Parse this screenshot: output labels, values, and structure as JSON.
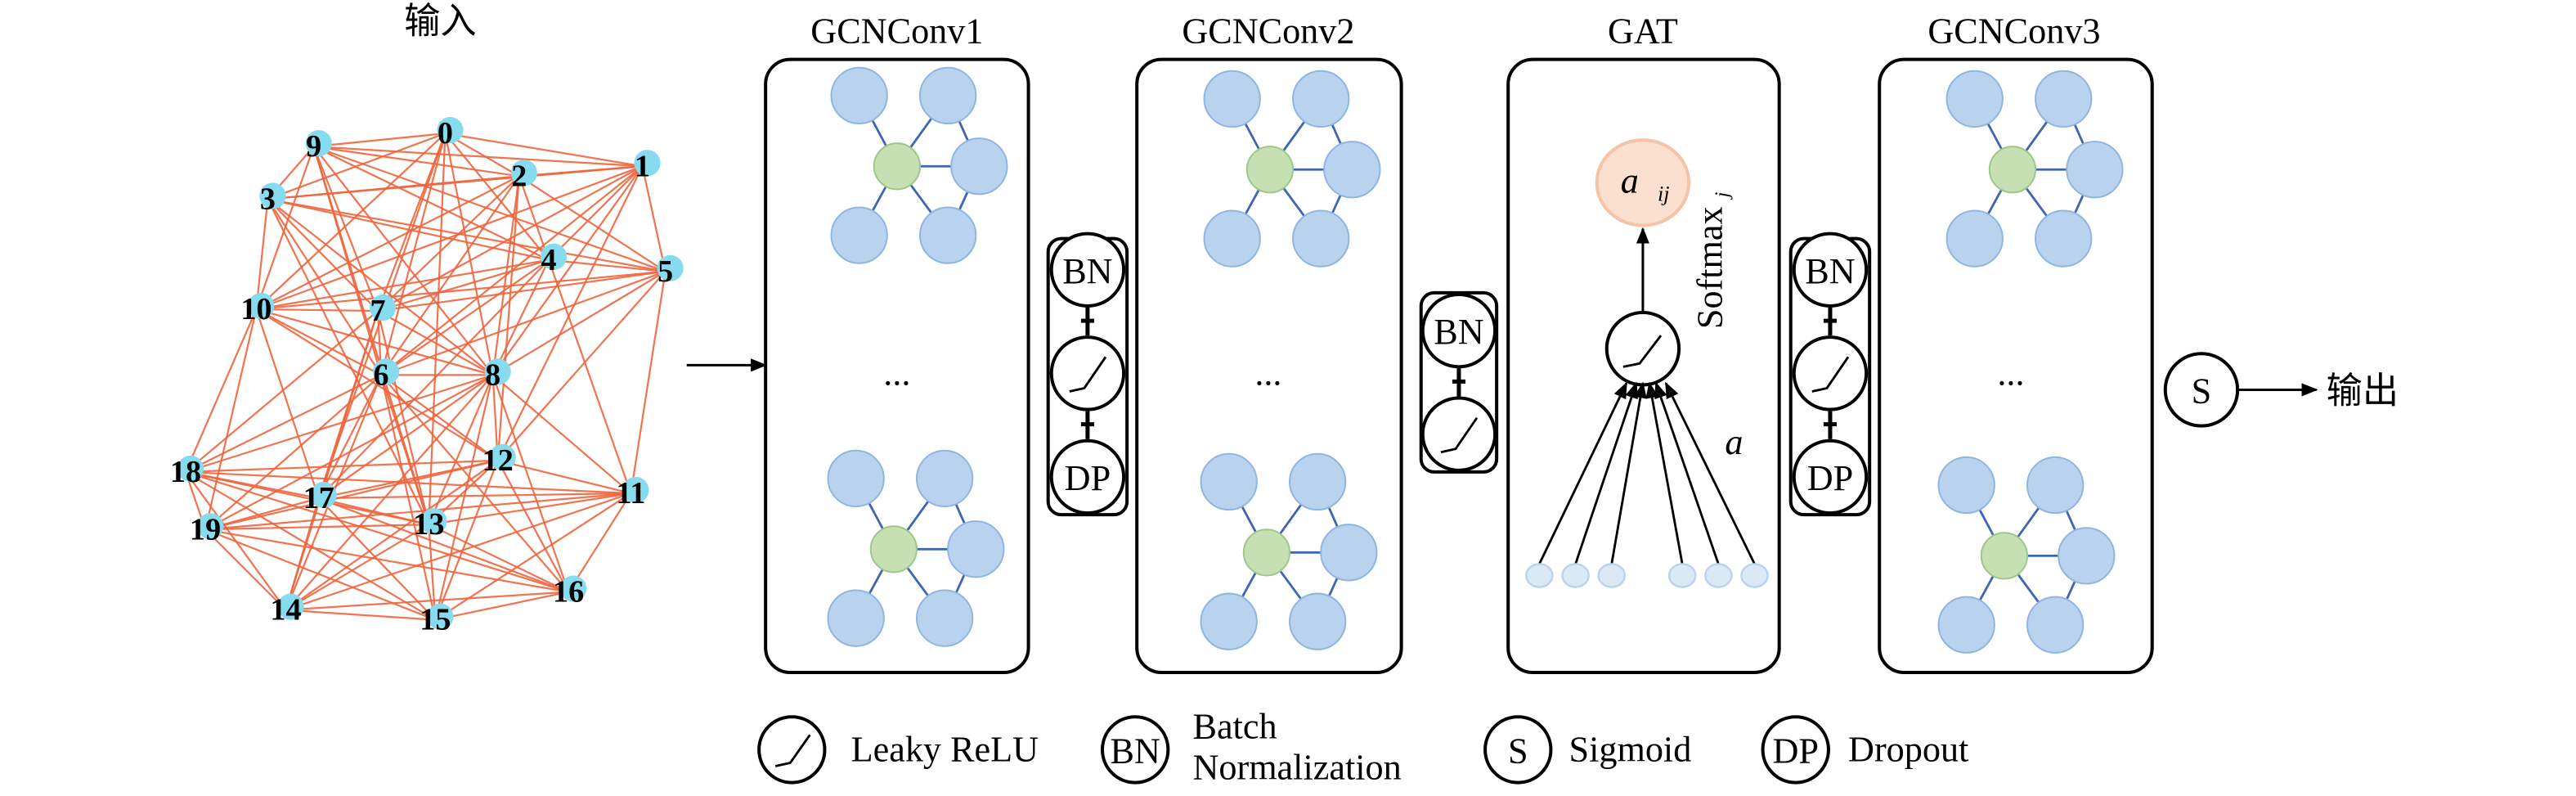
{
  "input_label": "输入",
  "output_label": "输出",
  "blocks": [
    {
      "title": "GCNConv1",
      "ellipsis": "..."
    },
    {
      "title": "GCNConv2",
      "ellipsis": "..."
    },
    {
      "title": "GAT"
    },
    {
      "title": "GCNConv3",
      "ellipsis": "..."
    }
  ],
  "ops": {
    "bn": "BN",
    "dp": "DP",
    "s": "S"
  },
  "gat": {
    "attention_label": "a",
    "attention_sub": "ij",
    "softmax_label": "Softmax",
    "softmax_sub": "j",
    "weight_label": "a"
  },
  "legend": [
    {
      "symbol": "leaky-relu",
      "label": "Leaky ReLU"
    },
    {
      "symbol": "BN",
      "label_line1": "Batch",
      "label_line2": "Normalization"
    },
    {
      "symbol": "S",
      "label": "Sigmoid"
    },
    {
      "symbol": "DP",
      "label": "Dropout"
    }
  ],
  "graph": {
    "nodes": [
      "0",
      "1",
      "2",
      "3",
      "4",
      "5",
      "6",
      "7",
      "8",
      "9",
      "10",
      "11",
      "12",
      "13",
      "14",
      "15",
      "16",
      "17",
      "18",
      "19"
    ],
    "edges": [
      [
        0,
        9
      ],
      [
        0,
        1
      ],
      [
        0,
        2
      ],
      [
        0,
        3
      ],
      [
        0,
        10
      ],
      [
        0,
        7
      ],
      [
        0,
        6
      ],
      [
        0,
        8
      ],
      [
        0,
        4
      ],
      [
        0,
        17
      ],
      [
        0,
        13
      ],
      [
        1,
        9
      ],
      [
        1,
        2
      ],
      [
        1,
        3
      ],
      [
        1,
        5
      ],
      [
        1,
        4
      ],
      [
        1,
        10
      ],
      [
        1,
        6
      ],
      [
        1,
        7
      ],
      [
        1,
        8
      ],
      [
        1,
        12
      ],
      [
        2,
        9
      ],
      [
        2,
        3
      ],
      [
        2,
        4
      ],
      [
        2,
        5
      ],
      [
        2,
        10
      ],
      [
        2,
        6
      ],
      [
        2,
        8
      ],
      [
        2,
        12
      ],
      [
        2,
        7
      ],
      [
        3,
        9
      ],
      [
        3,
        4
      ],
      [
        3,
        5
      ],
      [
        3,
        10
      ],
      [
        3,
        6
      ],
      [
        3,
        8
      ],
      [
        3,
        7
      ],
      [
        3,
        13
      ],
      [
        4,
        5
      ],
      [
        4,
        9
      ],
      [
        4,
        10
      ],
      [
        4,
        6
      ],
      [
        4,
        7
      ],
      [
        4,
        8
      ],
      [
        4,
        11
      ],
      [
        4,
        17
      ],
      [
        5,
        9
      ],
      [
        5,
        10
      ],
      [
        5,
        7
      ],
      [
        5,
        6
      ],
      [
        5,
        8
      ],
      [
        5,
        11
      ],
      [
        5,
        12
      ],
      [
        6,
        7
      ],
      [
        6,
        8
      ],
      [
        6,
        9
      ],
      [
        6,
        10
      ],
      [
        6,
        12
      ],
      [
        6,
        13
      ],
      [
        6,
        14
      ],
      [
        6,
        15
      ],
      [
        6,
        16
      ],
      [
        6,
        17
      ],
      [
        6,
        18
      ],
      [
        6,
        19
      ],
      [
        7,
        8
      ],
      [
        7,
        9
      ],
      [
        7,
        10
      ],
      [
        7,
        13
      ],
      [
        7,
        14
      ],
      [
        7,
        17
      ],
      [
        7,
        18
      ],
      [
        8,
        10
      ],
      [
        8,
        11
      ],
      [
        8,
        12
      ],
      [
        8,
        13
      ],
      [
        8,
        14
      ],
      [
        8,
        15
      ],
      [
        8,
        16
      ],
      [
        8,
        17
      ],
      [
        8,
        18
      ],
      [
        8,
        19
      ],
      [
        8,
        9
      ],
      [
        9,
        10
      ],
      [
        9,
        13
      ],
      [
        10,
        12
      ],
      [
        10,
        17
      ],
      [
        10,
        18
      ],
      [
        10,
        19
      ],
      [
        11,
        12
      ],
      [
        11,
        13
      ],
      [
        11,
        16
      ],
      [
        11,
        17
      ],
      [
        11,
        18
      ],
      [
        11,
        19
      ],
      [
        11,
        14
      ],
      [
        11,
        15
      ],
      [
        12,
        13
      ],
      [
        12,
        14
      ],
      [
        12,
        15
      ],
      [
        12,
        16
      ],
      [
        12,
        17
      ],
      [
        12,
        18
      ],
      [
        12,
        19
      ],
      [
        13,
        14
      ],
      [
        13,
        15
      ],
      [
        13,
        16
      ],
      [
        13,
        17
      ],
      [
        13,
        18
      ],
      [
        13,
        19
      ],
      [
        14,
        15
      ],
      [
        14,
        16
      ],
      [
        14,
        17
      ],
      [
        14,
        19
      ],
      [
        14,
        18
      ],
      [
        15,
        16
      ],
      [
        15,
        17
      ],
      [
        15,
        18
      ],
      [
        15,
        19
      ],
      [
        16,
        17
      ],
      [
        16,
        18
      ],
      [
        16,
        19
      ],
      [
        17,
        18
      ],
      [
        17,
        19
      ],
      [
        18,
        19
      ]
    ]
  },
  "colors": {
    "edge": "#f0643c",
    "graph_node": "#86dcee",
    "motif_node": "#b9d3ee",
    "motif_center": "#c6e0b4",
    "attention_node": "#fbe0cf"
  }
}
